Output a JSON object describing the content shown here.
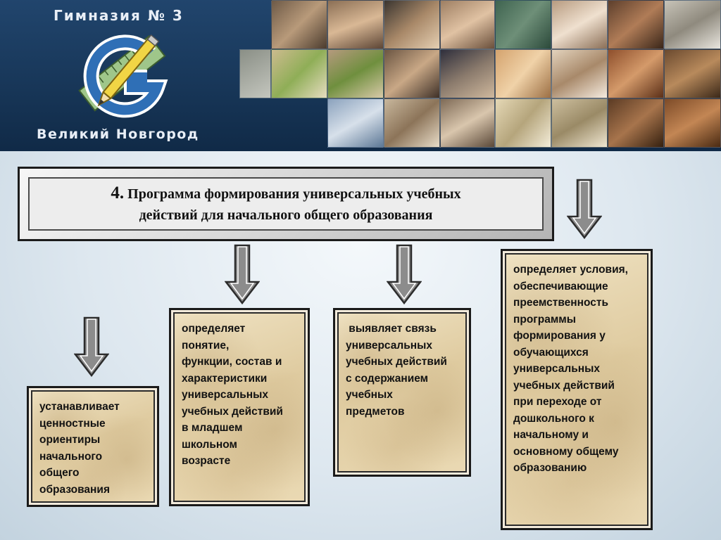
{
  "banner": {
    "title": "Гимназия № 3",
    "city": "Великий Новгород",
    "logo_icon": "gymnasium-logo-g-ruler-pencil"
  },
  "title_box": {
    "number": "4.",
    "line1": "Программа формирования универсальных учебных",
    "line2": "действий для начального общего образования"
  },
  "boxes": [
    {
      "lines": [
        "устанавливает",
        "ценностные",
        "ориентиры",
        "начального",
        "общего",
        "образования"
      ]
    },
    {
      "lines": [
        "определяет",
        "понятие,",
        "функции, состав и",
        "характеристики",
        "универсальных",
        "учебных действий",
        "в младшем",
        "школьном",
        "возрасте"
      ]
    },
    {
      "lines": [
        " выявляет связь",
        "универсальных",
        "учебных действий",
        "с содержанием",
        "учебных",
        "предметов"
      ]
    },
    {
      "lines": [
        "определяет условия,",
        "обеспечивающие",
        "преемственность",
        "программы",
        "формирования у",
        "обучающихся",
        "универсальных",
        "учебных действий",
        "при переходе от",
        "дошкольного к",
        "начальному и",
        "основному общему",
        "образованию"
      ]
    }
  ],
  "colors": {
    "banner_blue": "#1b3c60",
    "arrow_gray": "#8c8c8c",
    "parchment": "#e4d3ab"
  }
}
